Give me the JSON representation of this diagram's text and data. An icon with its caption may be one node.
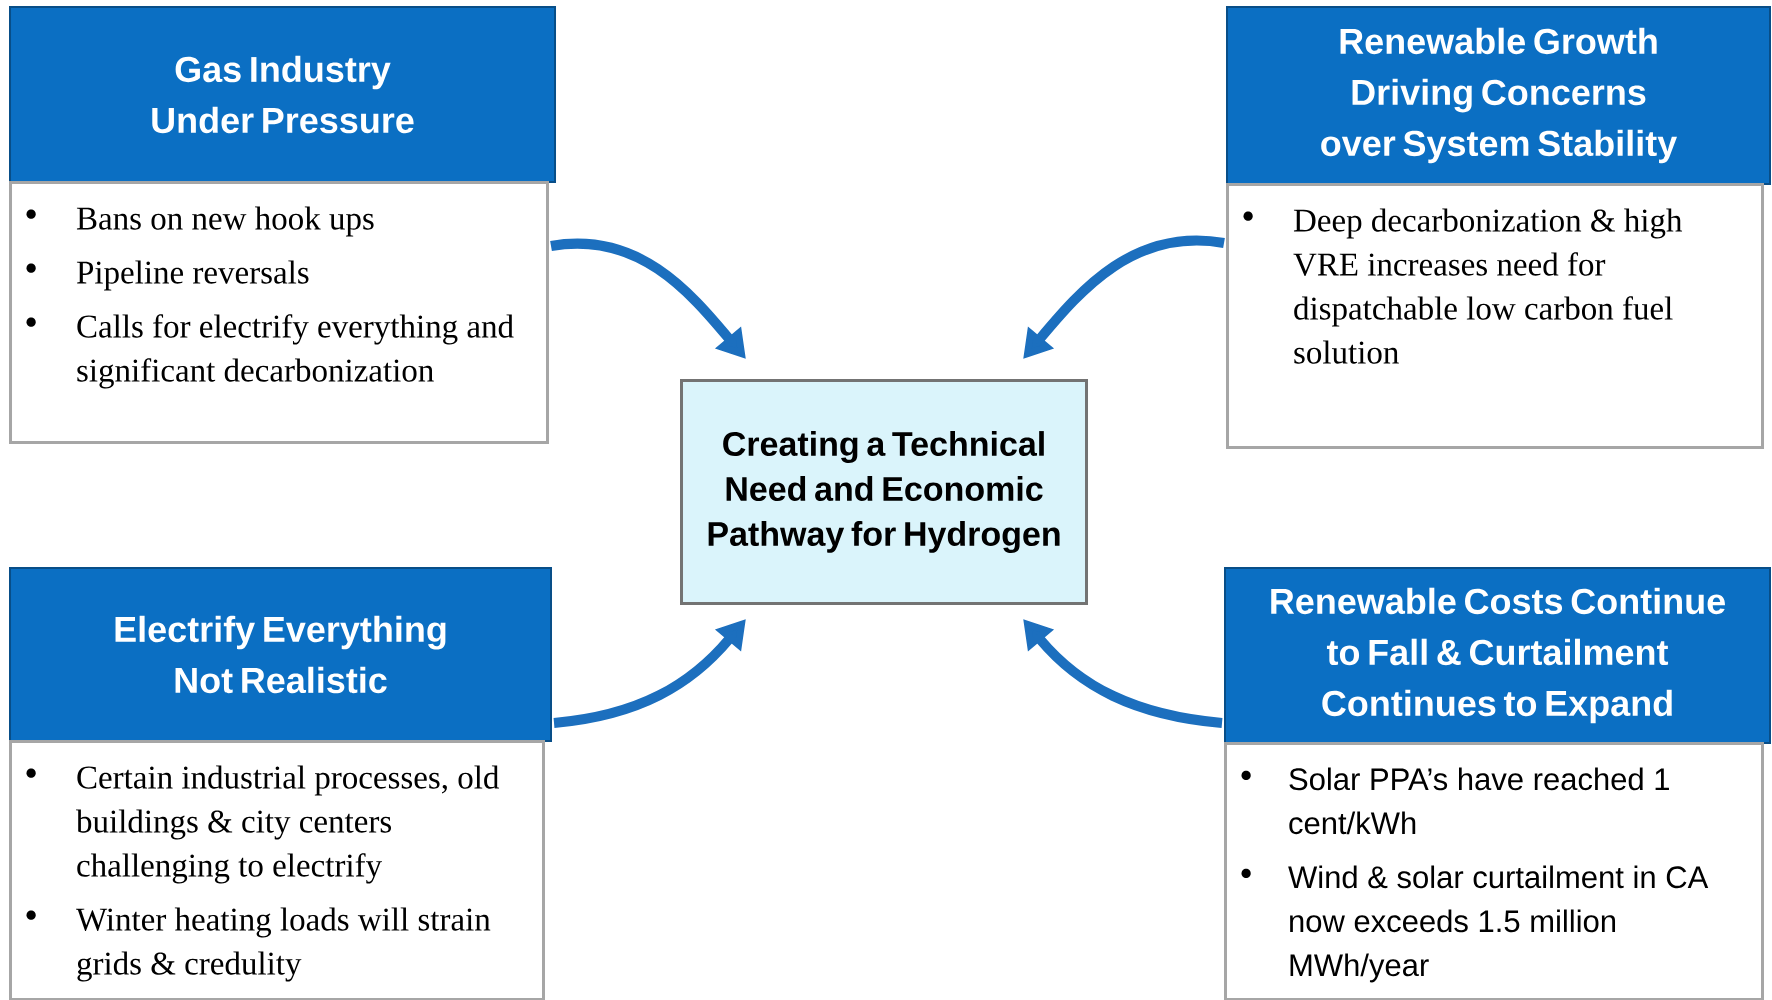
{
  "diagram": {
    "nodes": [
      {
        "text": [
          "Gas Industry Under Pressure"
        ]
      },
      {
        "text": [
          "Bans on new hook ups",
          "Pipeline reversals",
          "Calls for electrify everything and significant decarbonization"
        ]
      },
      {
        "text": [
          "Renewable Growth Driving Concerns over System Stability"
        ]
      },
      {
        "text": [
          "Deep decarbonization & high VRE increases need for dispatchable low carbon fuel solution"
        ]
      },
      {
        "text": [
          "Creating a Technical Need and Economic Pathway for Hydrogen"
        ]
      },
      {
        "text": [
          "Electrify Everything Not Realistic"
        ]
      },
      {
        "text": [
          "Certain industrial processes, old buildings & city centers challenging to electrify",
          "Winter heating loads will strain grids & credulity"
        ]
      },
      {
        "text": [
          "Renewable Costs Continue to Fall & Curtailment Continues to Expand"
        ]
      },
      {
        "text": [
          "Solar PPA’s have reached 1 cent/kWh",
          "Wind & solar curtailment in CA now exceeds 1.5 million MWh/year"
        ]
      }
    ],
    "edges": [
      {
        "from": 1,
        "to": 4,
        "arrow": "to"
      },
      {
        "from": 3,
        "to": 4,
        "arrow": "to"
      },
      {
        "from": 5,
        "to": 4,
        "arrow": "to"
      },
      {
        "from": 7,
        "to": 4,
        "arrow": "to"
      }
    ]
  }
}
